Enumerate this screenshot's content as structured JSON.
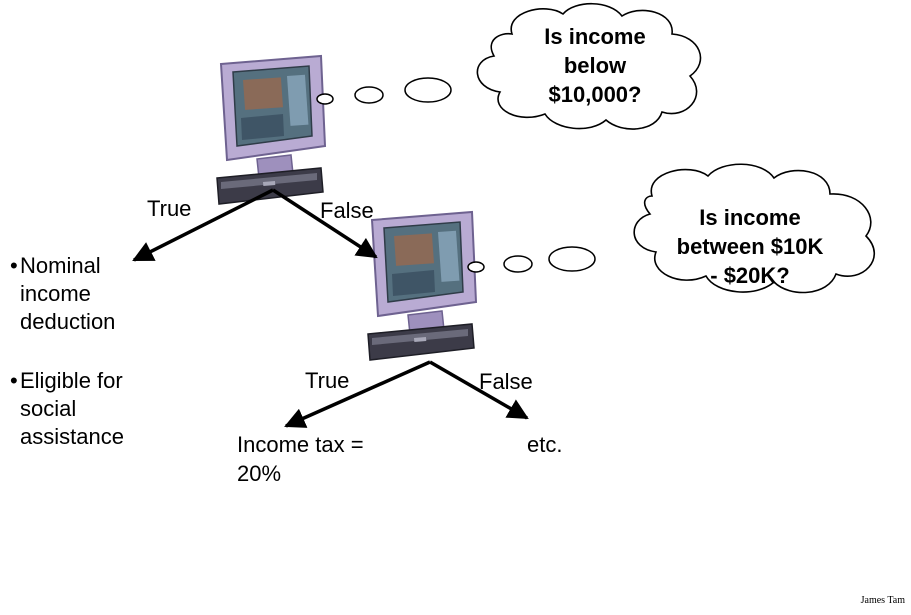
{
  "tree": {
    "root_question": [
      "Is income",
      "below",
      "$10,000?"
    ],
    "root_true_label": "True",
    "root_false_label": "False",
    "true_outcomes": [
      [
        "Nominal",
        "income",
        "deduction"
      ],
      [
        "Eligible for",
        "social",
        "assistance"
      ]
    ],
    "second_question": [
      "Is income",
      "between $10K",
      "- $20K?"
    ],
    "second_true_label": "True",
    "second_false_label": "False",
    "second_true_outcome": [
      "Income tax =",
      "20%"
    ],
    "second_false_outcome": "etc."
  },
  "footer": {
    "author": "James Tam"
  },
  "icons": [
    "computer-icon",
    "thought-cloud-icon",
    "arrow-icon"
  ],
  "colors": {
    "monitor": "#b4a6cf",
    "monitor_dark": "#7b6c98",
    "screen": "#5c7a8e",
    "base": "#3a3a46"
  }
}
